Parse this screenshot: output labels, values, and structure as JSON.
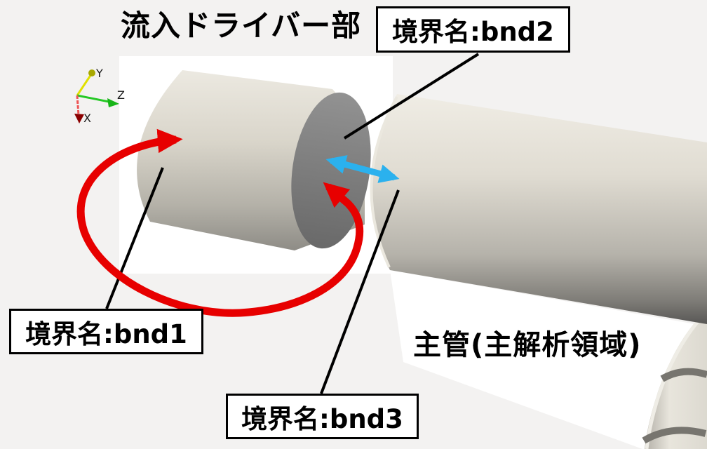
{
  "figure": {
    "driver_label": "流入ドライバー部",
    "main_region_label": "主管(主解析領域)",
    "callouts": {
      "bnd1": "境界名:bnd1",
      "bnd2": "境界名:bnd2",
      "bnd3": "境界名:bnd3"
    },
    "axes_triad": {
      "x_label": "X",
      "y_label": "Y",
      "z_label": "Z"
    },
    "colors": {
      "background": "#f3f2f1",
      "render_background": "#ffffff",
      "recirculation_arrow": "#e70000",
      "interface_arrow": "#2bb1ee",
      "callout_border": "#000000",
      "cylinder_body_light": "#ece9e0",
      "cylinder_cap_gray": "#7b7b7b",
      "axis_x": "#e04040",
      "axis_y": "#d6d600",
      "axis_z": "#25c825"
    }
  }
}
